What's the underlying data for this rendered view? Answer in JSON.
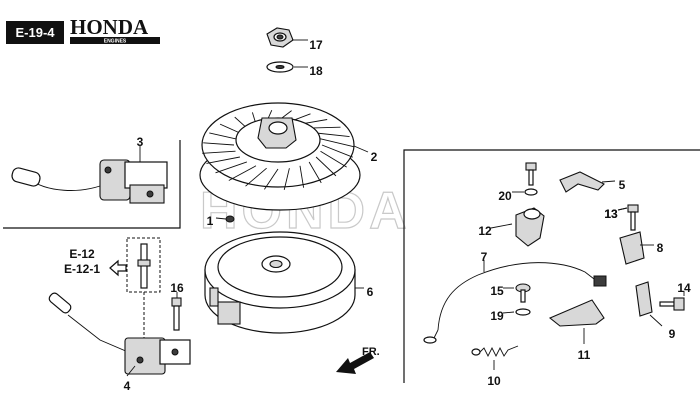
{
  "header": {
    "section_code": "E-19-4",
    "brand": "HONDA",
    "brand_sub": "ENGINES"
  },
  "watermark": "HONDA",
  "references": [
    "E-12",
    "E-12-1"
  ],
  "direction_label": "FR.",
  "callouts": [
    {
      "num": "1",
      "part": "pin"
    },
    {
      "num": "2",
      "part": "cooling-fan"
    },
    {
      "num": "3",
      "part": "ignition-coil"
    },
    {
      "num": "4",
      "part": "ignition-coil"
    },
    {
      "num": "5",
      "part": "clip"
    },
    {
      "num": "6",
      "part": "flywheel"
    },
    {
      "num": "7",
      "part": "stop-switch-wire"
    },
    {
      "num": "8",
      "part": "bracket"
    },
    {
      "num": "9",
      "part": "terminal"
    },
    {
      "num": "10",
      "part": "spring"
    },
    {
      "num": "11",
      "part": "wire-stay"
    },
    {
      "num": "12",
      "part": "switch"
    },
    {
      "num": "13",
      "part": "bolt"
    },
    {
      "num": "14",
      "part": "bolt"
    },
    {
      "num": "15",
      "part": "screw"
    },
    {
      "num": "16",
      "part": "bolt"
    },
    {
      "num": "17",
      "part": "nut"
    },
    {
      "num": "18",
      "part": "washer"
    },
    {
      "num": "19",
      "part": "washer"
    },
    {
      "num": "20",
      "part": "washer"
    }
  ]
}
